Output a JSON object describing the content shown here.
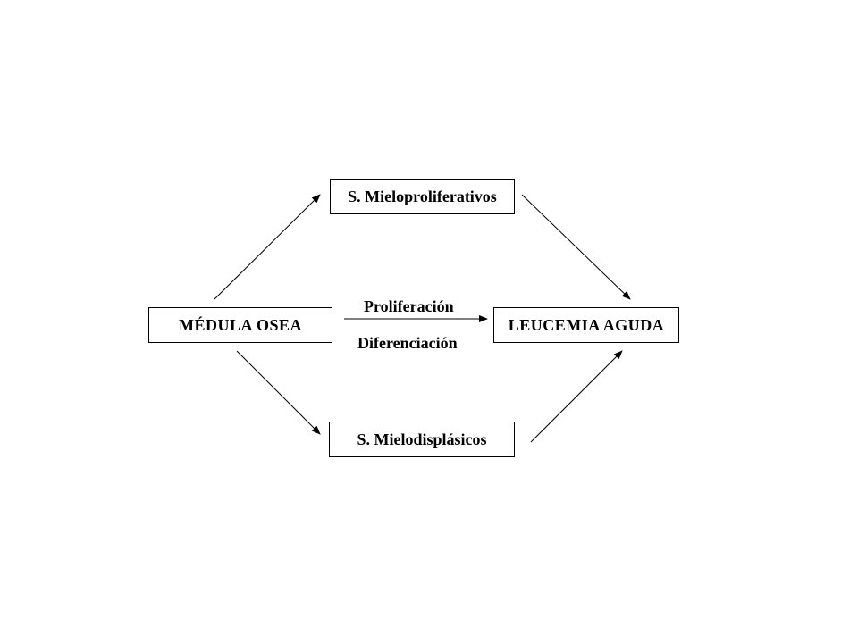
{
  "nodes": {
    "medula_osea": "MÉDULA OSEA",
    "leucemia_aguda": "LEUCEMIA AGUDA",
    "mieloproliferativos": "S. Mieloproliferativos",
    "mielodisplasicos": "S. Mielodisplásicos"
  },
  "edge_labels": {
    "proliferacion": "Proliferación",
    "diferenciacion": "Diferenciación"
  },
  "edges": [
    {
      "from": "medula_osea",
      "to": "mieloproliferativos"
    },
    {
      "from": "mieloproliferativos",
      "to": "leucemia_aguda"
    },
    {
      "from": "medula_osea",
      "to": "leucemia_aguda"
    },
    {
      "from": "medula_osea",
      "to": "mielodisplasicos"
    },
    {
      "from": "mielodisplasicos",
      "to": "leucemia_aguda"
    }
  ],
  "colors": {
    "line": "#000000",
    "background": "#ffffff"
  }
}
